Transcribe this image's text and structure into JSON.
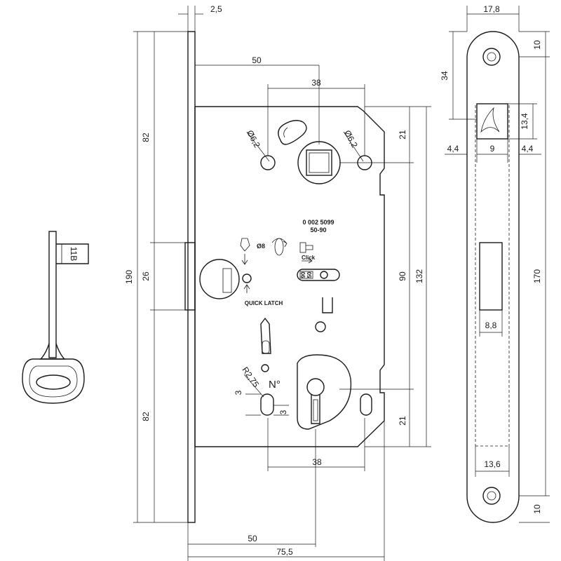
{
  "dimensions": {
    "faceplate_thickness": "2,5",
    "backset_top": "50",
    "spindle_to_screw_top": "38",
    "screw_hole_left": "Ø6,2",
    "screw_hole_right": "Ø6,2",
    "height_upper": "82",
    "height_middle": "26",
    "height_lower": "82",
    "total_height": "190",
    "top_offset": "21",
    "spindle_to_key": "90",
    "case_height": "132",
    "bottom_offset": "21",
    "key_to_screw_bottom": "38",
    "backset_bottom": "50",
    "case_depth": "75,5",
    "radius": "R2,75",
    "slot_3a": "3",
    "slot_3b": "3",
    "strike_width": "17,8",
    "strike_top_hole": "10",
    "strike_34": "34",
    "strike_latch_height": "13,4",
    "strike_left": "4,4",
    "strike_latch_width": "9",
    "strike_right": "4,4",
    "strike_total": "170",
    "strike_bolt_width": "8,8",
    "strike_box_width": "13,6",
    "strike_bottom_hole": "10"
  },
  "markings": {
    "part_number": "0  002  5099",
    "backset_range": "50-90",
    "diameter_label": "Ø8",
    "click_label": "Click",
    "quick_latch_label": "QUICK LATCH",
    "backset_50": "50",
    "backset_90": "90",
    "number_sign": "N°",
    "key_tag": "11B"
  }
}
